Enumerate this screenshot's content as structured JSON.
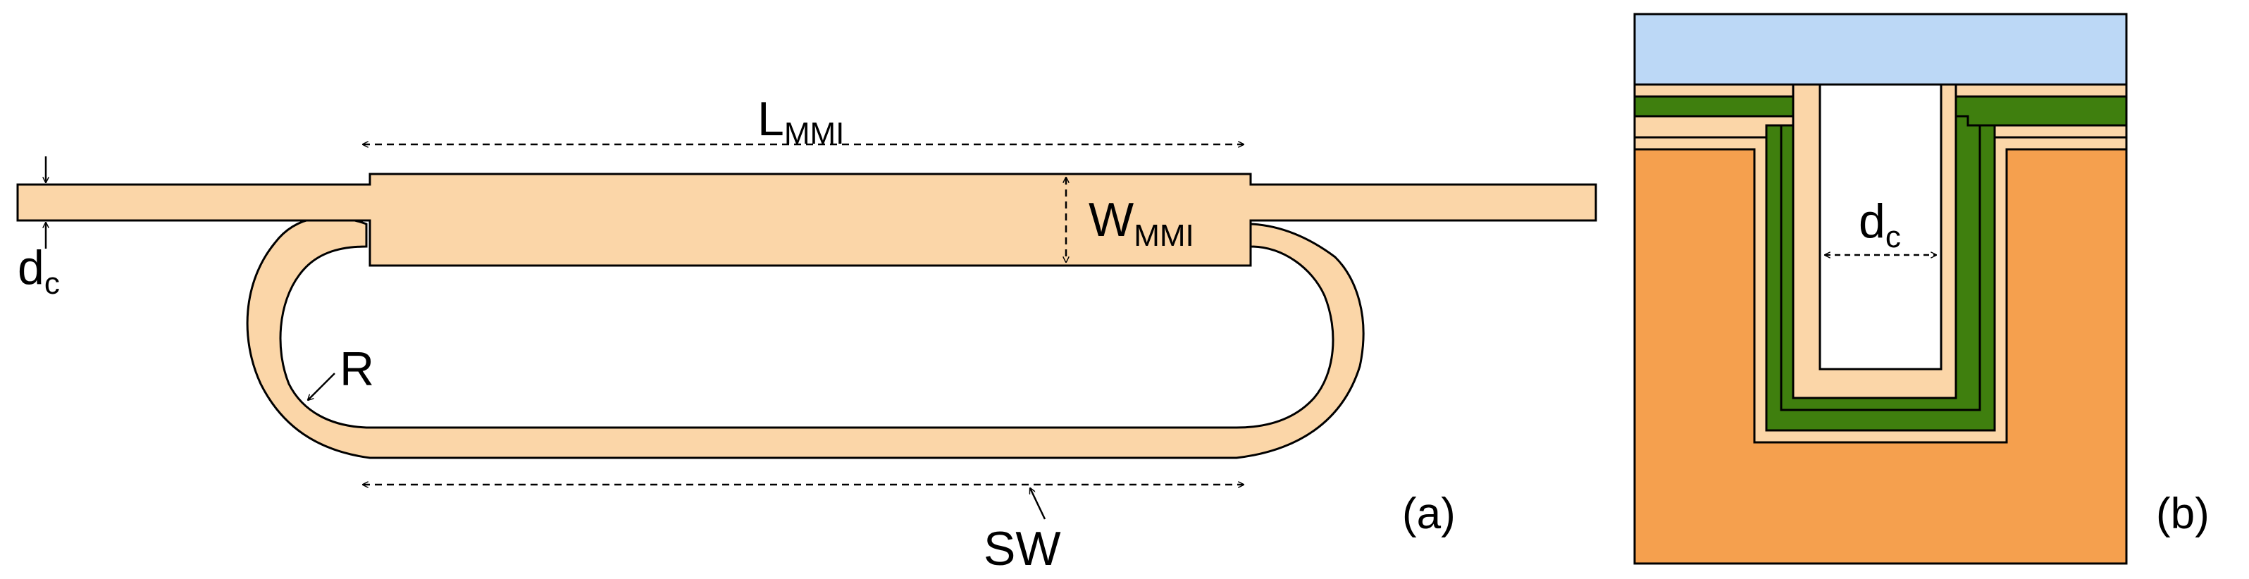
{
  "colors": {
    "waveguide_fill": "#fbd6a8",
    "substrate_orange": "#f5a04e",
    "green_layer": "#3f7f0e",
    "light_layer": "#fbd6a8",
    "top_blue": "#bcd8f6",
    "outline": "#000000"
  },
  "panel_a": {
    "label": "(a)",
    "l_mmi": {
      "main": "L",
      "sub": "MMI"
    },
    "w_mmi": {
      "main": "W",
      "sub": "MMI"
    },
    "dc": {
      "main": "d",
      "sub": "c"
    },
    "r": "R",
    "sw": "SW"
  },
  "panel_b": {
    "label": "(b)",
    "dc": {
      "main": "d",
      "sub": "c"
    }
  }
}
